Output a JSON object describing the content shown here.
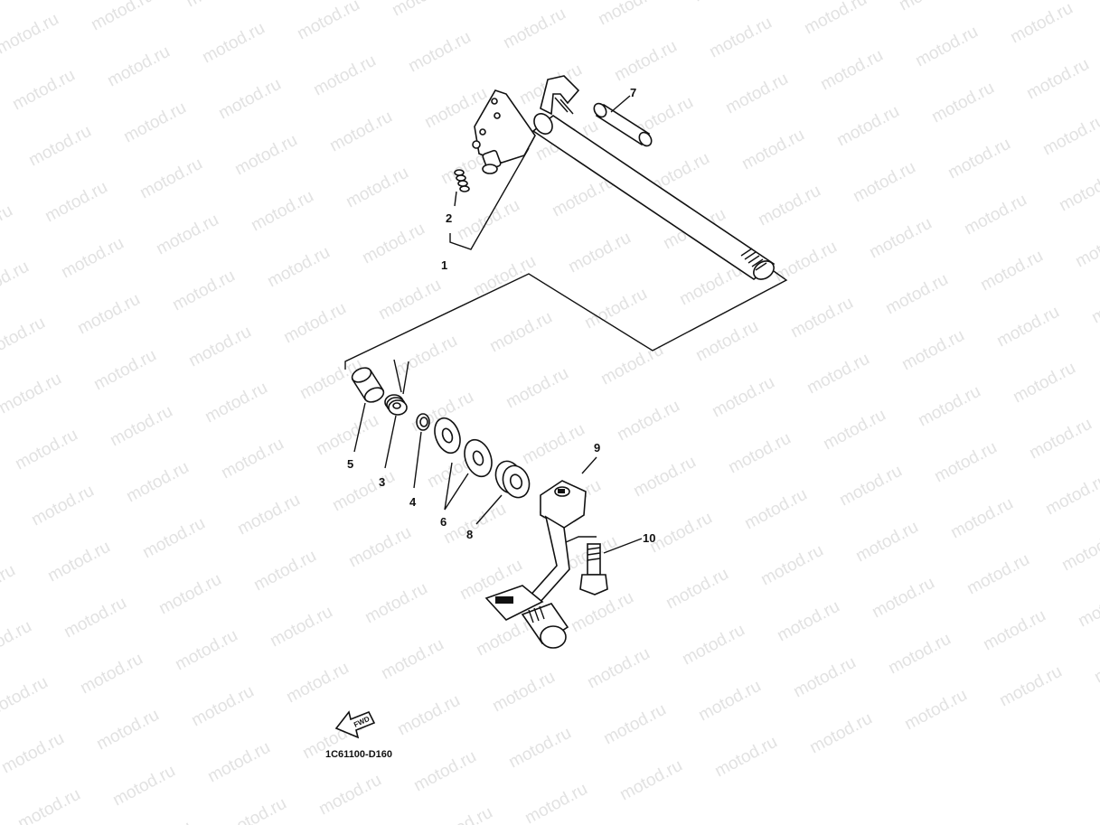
{
  "watermark": {
    "text": "motod.ru"
  },
  "diagram_code": "1C61100-D160",
  "fwd_label": "FWD",
  "parts": [
    {
      "ref": "1"
    },
    {
      "ref": "2"
    },
    {
      "ref": "3"
    },
    {
      "ref": "4"
    },
    {
      "ref": "5"
    },
    {
      "ref": "6"
    },
    {
      "ref": "7"
    },
    {
      "ref": "8"
    },
    {
      "ref": "9"
    },
    {
      "ref": "10"
    }
  ]
}
